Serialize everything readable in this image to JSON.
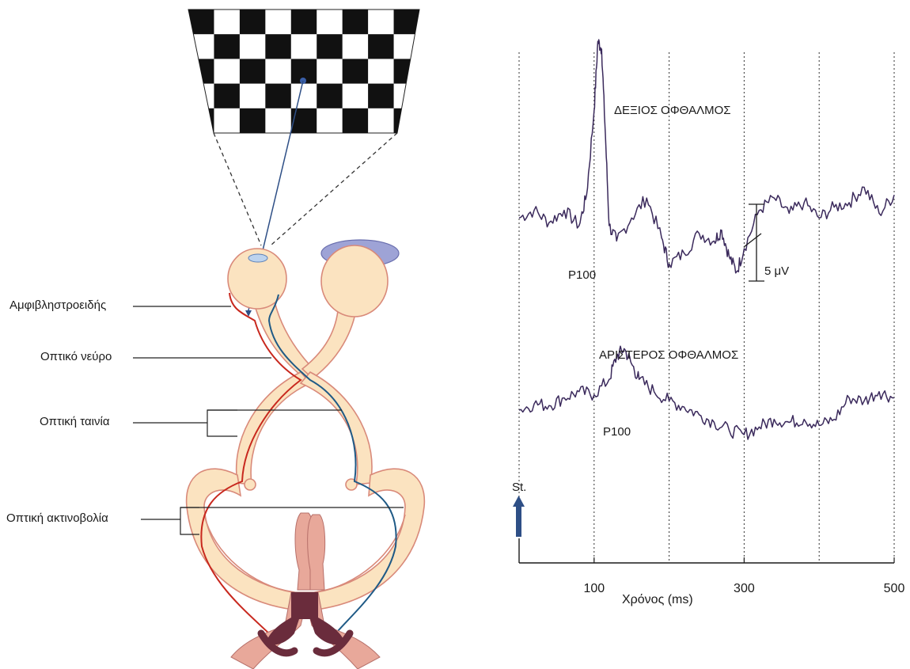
{
  "anatomy": {
    "labels": {
      "retina": "Αμφιβληστροειδής",
      "optic_nerve": "Οπτικό νεύρο",
      "optic_tract": "Οπτική ταινία",
      "optic_radiation": "Οπτική ακτινοβολία"
    },
    "colors": {
      "tissue_fill": "#fbe3c0",
      "tissue_outline": "#d98a7a",
      "red_pathway": "#c8281e",
      "blue_pathway": "#1f5a86",
      "cortex_dark": "#6a2c3c",
      "cortex_light": "#e8a89a",
      "stimulus_dark": "#111111"
    }
  },
  "chart_data": {
    "type": "line",
    "title": "",
    "xlabel": "Χρόνος (ms)",
    "ylabel": "",
    "xlim": [
      0,
      500
    ],
    "x_ticks": [
      "100",
      "300",
      "500"
    ],
    "grid": "vertical dotted lines every 100 ms",
    "stimulus_marker": "St.",
    "scale_bar_label": "5 μV",
    "scale_bar_uV": 5,
    "series": [
      {
        "name": "ΔΕΞΙΟΣ ΟΦΘΑΛΜΟΣ",
        "peak_label": "P100",
        "x": [
          0,
          20,
          40,
          60,
          80,
          90,
          100,
          105,
          110,
          115,
          120,
          130,
          150,
          170,
          190,
          200,
          220,
          240,
          260,
          270,
          280,
          290,
          300,
          320,
          340,
          360,
          380,
          400,
          420,
          440,
          460,
          480,
          500
        ],
        "values": [
          0.5,
          1.0,
          0.2,
          1.0,
          0.0,
          2.0,
          7.5,
          12.0,
          11.5,
          6.0,
          0.0,
          -1.0,
          0.5,
          1.8,
          -0.8,
          -2.5,
          -1.8,
          -0.5,
          -1.0,
          -0.3,
          -2.0,
          -3.0,
          -1.5,
          1.0,
          1.8,
          0.8,
          1.5,
          0.5,
          1.2,
          1.5,
          2.5,
          0.8,
          2.0
        ]
      },
      {
        "name": "ΑΡΙΣΤΕΡΟΣ ΟΦΘΑΛΜΟΣ",
        "peak_label": "P100",
        "x": [
          0,
          20,
          40,
          60,
          80,
          100,
          120,
          130,
          140,
          150,
          160,
          180,
          200,
          220,
          240,
          260,
          280,
          300,
          320,
          340,
          360,
          380,
          400,
          420,
          440,
          460,
          480,
          500
        ],
        "values": [
          0.0,
          0.4,
          0.3,
          0.8,
          1.2,
          1.0,
          2.0,
          3.5,
          4.0,
          3.0,
          2.0,
          1.2,
          0.6,
          0.2,
          -0.3,
          -0.8,
          -1.3,
          -1.6,
          -1.1,
          -0.6,
          -0.8,
          -0.6,
          -1.0,
          -0.6,
          0.8,
          0.6,
          1.2,
          0.8
        ]
      }
    ]
  }
}
